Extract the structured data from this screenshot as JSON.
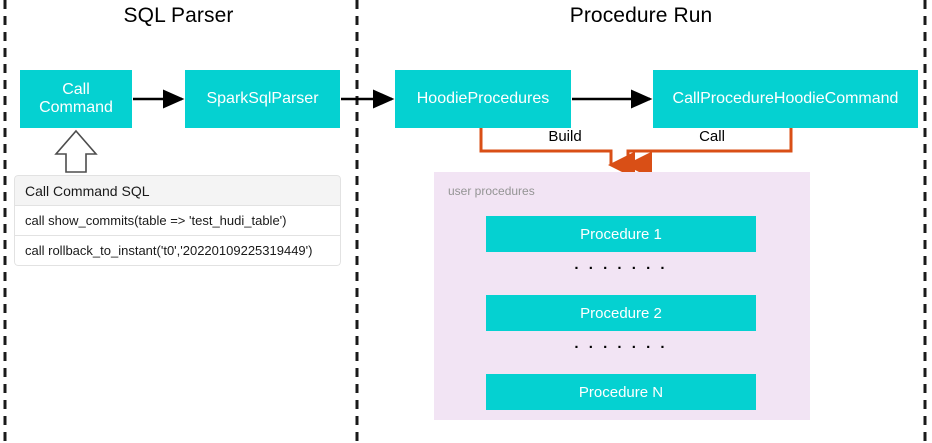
{
  "diagram": {
    "title_left": "SQL Parser",
    "title_right": "Procedure Run",
    "colors": {
      "node_fill": "#05d1d1",
      "node_text": "#ffffff",
      "panel_fill": "#f2e4f4",
      "orange_connector": "#d94f16",
      "arrow_black": "#000000",
      "divider": "#1a1a1a",
      "card_header": "#f4f4f4",
      "panel_label_text": "#949494"
    }
  },
  "nodes": {
    "call_command": "Call\nCommand",
    "call_command_line1": "Call",
    "call_command_line2": "Command",
    "spark_sql_parser": "SparkSqlParser",
    "hoodie_procedures": "HoodieProcedures",
    "call_procedure_hoodie_command": "CallProcedureHoodieCommand"
  },
  "edge_labels": {
    "build": "Build",
    "call": "Call"
  },
  "sql_card": {
    "header": "Call Command SQL",
    "rows": [
      "call show_commits(table => 'test_hudi_table')",
      "call rollback_to_instant('t0','20220109225319449')"
    ]
  },
  "procedures_panel": {
    "label": "user procedures",
    "items": [
      "Procedure 1",
      "Procedure 2",
      "Procedure N"
    ],
    "ellipsis": ". . . . . . ."
  },
  "icons": {
    "up_arrow": "hollow-up-arrow-icon",
    "flow_arrow": "right-arrow-icon",
    "down_arrow": "down-arrow-icon",
    "divider": "dashed-vertical-divider"
  }
}
